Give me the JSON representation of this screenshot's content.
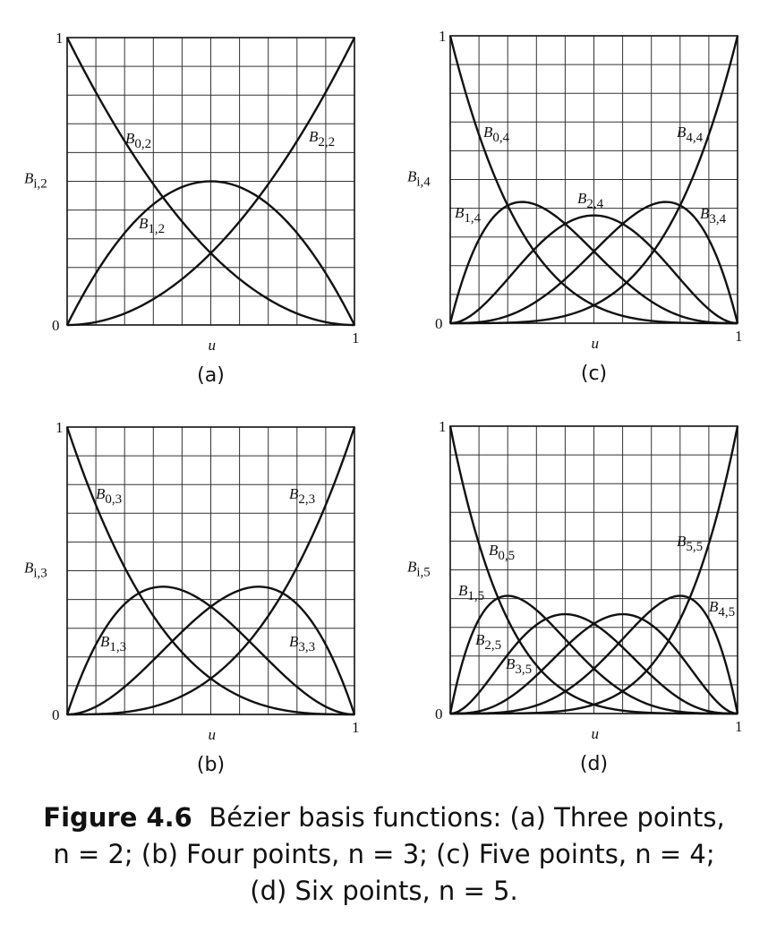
{
  "figure": {
    "caption": {
      "label": "Figure 4.6",
      "text_line1": "Bézier basis functions: (a) Three points,",
      "text_line2": "n = 2; (b) Four points, n = 3; (c) Five points, n = 4;",
      "text_line3": "(d) Six points, n = 5."
    }
  },
  "chart_data": [
    {
      "type": "line",
      "panel_label": "(a)",
      "n": 2,
      "xlabel": "u",
      "ylabel": "B",
      "ylabel_sub": "i,2",
      "x_ticks": [
        "0",
        "1"
      ],
      "y_ticks": [
        "0",
        "1"
      ],
      "xlim": [
        0,
        1
      ],
      "ylim": [
        0,
        1
      ],
      "grid": true,
      "grid_divisions": 10,
      "series": [
        {
          "name": "B",
          "sub": "0,2",
          "function": "bernstein",
          "i": 0,
          "n": 2
        },
        {
          "name": "B",
          "sub": "1,2",
          "function": "bernstein",
          "i": 1,
          "n": 2
        },
        {
          "name": "B",
          "sub": "2,2",
          "function": "bernstein",
          "i": 2,
          "n": 2
        }
      ]
    },
    {
      "type": "line",
      "panel_label": "(b)",
      "n": 3,
      "xlabel": "u",
      "ylabel": "B",
      "ylabel_sub": "i,3",
      "x_ticks": [
        "0",
        "1"
      ],
      "y_ticks": [
        "0",
        "1"
      ],
      "xlim": [
        0,
        1
      ],
      "ylim": [
        0,
        1
      ],
      "grid": true,
      "grid_divisions": 10,
      "series": [
        {
          "name": "B",
          "sub": "0,3",
          "function": "bernstein",
          "i": 0,
          "n": 3
        },
        {
          "name": "B",
          "sub": "1,3",
          "function": "bernstein",
          "i": 1,
          "n": 3
        },
        {
          "name": "B",
          "sub": "2,3",
          "function": "bernstein",
          "i": 2,
          "n": 3
        },
        {
          "name": "B",
          "sub": "3,3",
          "function": "bernstein",
          "i": 3,
          "n": 3
        }
      ]
    },
    {
      "type": "line",
      "panel_label": "(c)",
      "n": 4,
      "xlabel": "u",
      "ylabel": "B",
      "ylabel_sub": "i,4",
      "x_ticks": [
        "0",
        "1"
      ],
      "y_ticks": [
        "0",
        "1"
      ],
      "xlim": [
        0,
        1
      ],
      "ylim": [
        0,
        1
      ],
      "grid": true,
      "grid_divisions": 10,
      "series": [
        {
          "name": "B",
          "sub": "0,4",
          "function": "bernstein",
          "i": 0,
          "n": 4
        },
        {
          "name": "B",
          "sub": "1,4",
          "function": "bernstein",
          "i": 1,
          "n": 4
        },
        {
          "name": "B",
          "sub": "2,4",
          "function": "bernstein",
          "i": 2,
          "n": 4
        },
        {
          "name": "B",
          "sub": "3,4",
          "function": "bernstein",
          "i": 3,
          "n": 4
        },
        {
          "name": "B",
          "sub": "4,4",
          "function": "bernstein",
          "i": 4,
          "n": 4
        }
      ]
    },
    {
      "type": "line",
      "panel_label": "(d)",
      "n": 5,
      "xlabel": "u",
      "ylabel": "B",
      "ylabel_sub": "i,5",
      "x_ticks": [
        "0",
        "1"
      ],
      "y_ticks": [
        "0",
        "1"
      ],
      "xlim": [
        0,
        1
      ],
      "ylim": [
        0,
        1
      ],
      "grid": true,
      "grid_divisions": 10,
      "series": [
        {
          "name": "B",
          "sub": "0,5",
          "function": "bernstein",
          "i": 0,
          "n": 5
        },
        {
          "name": "B",
          "sub": "1,5",
          "function": "bernstein",
          "i": 1,
          "n": 5
        },
        {
          "name": "B",
          "sub": "2,5",
          "function": "bernstein",
          "i": 2,
          "n": 5
        },
        {
          "name": "B",
          "sub": "3,5",
          "function": "bernstein",
          "i": 3,
          "n": 5
        },
        {
          "name": "B",
          "sub": "4,5",
          "function": "bernstein",
          "i": 4,
          "n": 5
        },
        {
          "name": "B",
          "sub": "5,5",
          "function": "bernstein",
          "i": 5,
          "n": 5
        }
      ]
    }
  ]
}
